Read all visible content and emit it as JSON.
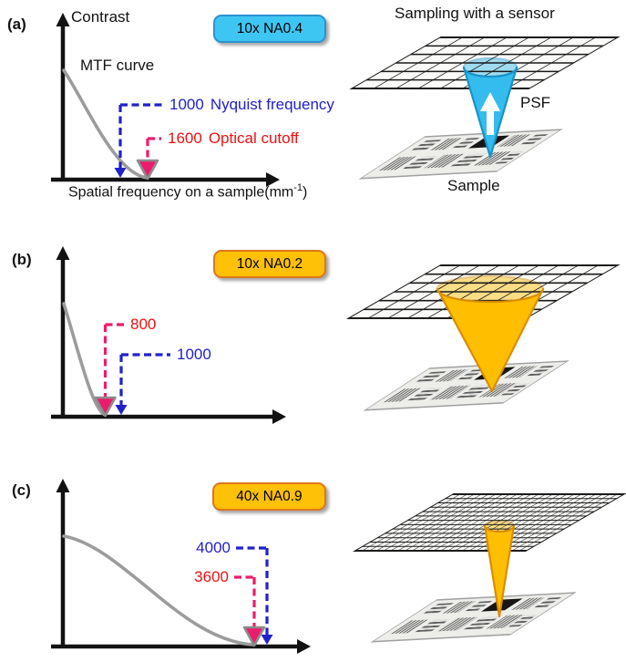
{
  "colors": {
    "nyquist_blue": "#2121CB",
    "cutoff_red": "#EE1111",
    "cutoff_pink": "#EC1C6C",
    "marker_border_gray": "#8C8C8C",
    "curve_gray": "#9C9C9C",
    "axis_black": "#121212",
    "badge_cyan_fill": "#3EC6F2",
    "badge_cyan_border": "#2B93D1",
    "badge_orange_fill": "#FFC008",
    "badge_orange_border": "#E0761B",
    "psf_cyan_fill": "#35BCEE",
    "psf_cyan_border": "#1792C7",
    "psf_orange_fill": "#FFBE00",
    "psf_orange_border": "#D98E00",
    "grid_line": "#1A1A1A",
    "grid_fill": "#F5F5F3",
    "plate_fill": "#EDEDEA",
    "plate_border": "#A0A0A0"
  },
  "panels": [
    {
      "id": "a",
      "index_label": "(a)",
      "objective": {
        "label": "10x NA0.4",
        "style": "cyan"
      },
      "plot": {
        "y_axis_label": "Contrast",
        "curve_label": "MTF curve",
        "x_axis_label_main": "Spatial frequency on a sample(mm",
        "x_axis_label_sup": "-1",
        "x_axis_label_end": ")",
        "nyquist": {
          "value": 1000,
          "text": "1000",
          "label": "Nyquist frequency"
        },
        "cutoff": {
          "value": 1600,
          "text": "1600",
          "label": "Optical cutoff"
        }
      },
      "illustration": {
        "title": "Sampling with a sensor",
        "psf_label": "PSF",
        "sample_label": "Sample",
        "sensor_grid": {
          "cols": 8,
          "rows": 6
        },
        "psf_style": "cyan",
        "psf_arrow": true
      }
    },
    {
      "id": "b",
      "index_label": "(b)",
      "objective": {
        "label": "10x NA0.2",
        "style": "orange"
      },
      "plot": {
        "nyquist": {
          "value": 1000,
          "text": "1000"
        },
        "cutoff": {
          "value": 800,
          "text": "800"
        }
      },
      "illustration": {
        "sensor_grid": {
          "cols": 9,
          "rows": 6
        },
        "psf_style": "orange",
        "psf_arrow": false
      }
    },
    {
      "id": "c",
      "index_label": "(c)",
      "objective": {
        "label": "40x NA0.9",
        "style": "orange"
      },
      "plot": {
        "nyquist": {
          "value": 4000,
          "text": "4000"
        },
        "cutoff": {
          "value": 3600,
          "text": "3600"
        }
      },
      "illustration": {
        "sensor_grid": {
          "cols": 24,
          "rows": 13
        },
        "psf_style": "orange",
        "psf_arrow": false
      }
    }
  ]
}
